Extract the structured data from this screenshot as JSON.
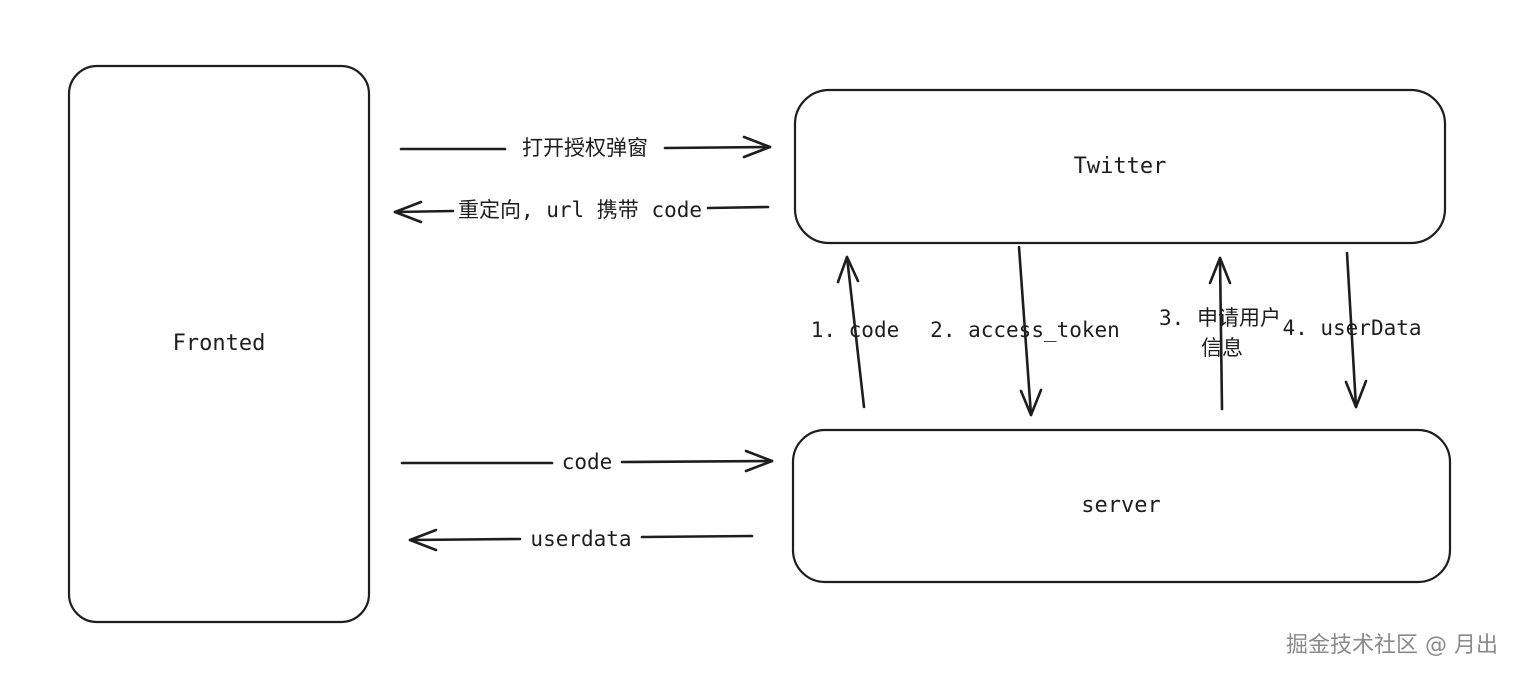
{
  "nodes": {
    "frontend": "Fronted",
    "twitter": "Twitter",
    "server": "server"
  },
  "edges": {
    "open_auth": "打开授权弹窗",
    "redirect": "重定向, url 携带 code",
    "code_to_server": "code",
    "userdata_to_front": "userdata",
    "step1": "1. code",
    "step2": "2. access_token",
    "step3_line1": "3. 申请用户",
    "step3_line2": "信息",
    "step4": "4. userData"
  },
  "watermark": "掘金技术社区 @ 月出",
  "colors": {
    "stroke": "#1e1e1e",
    "watermark": "#8a8a8a",
    "background": "#ffffff"
  }
}
